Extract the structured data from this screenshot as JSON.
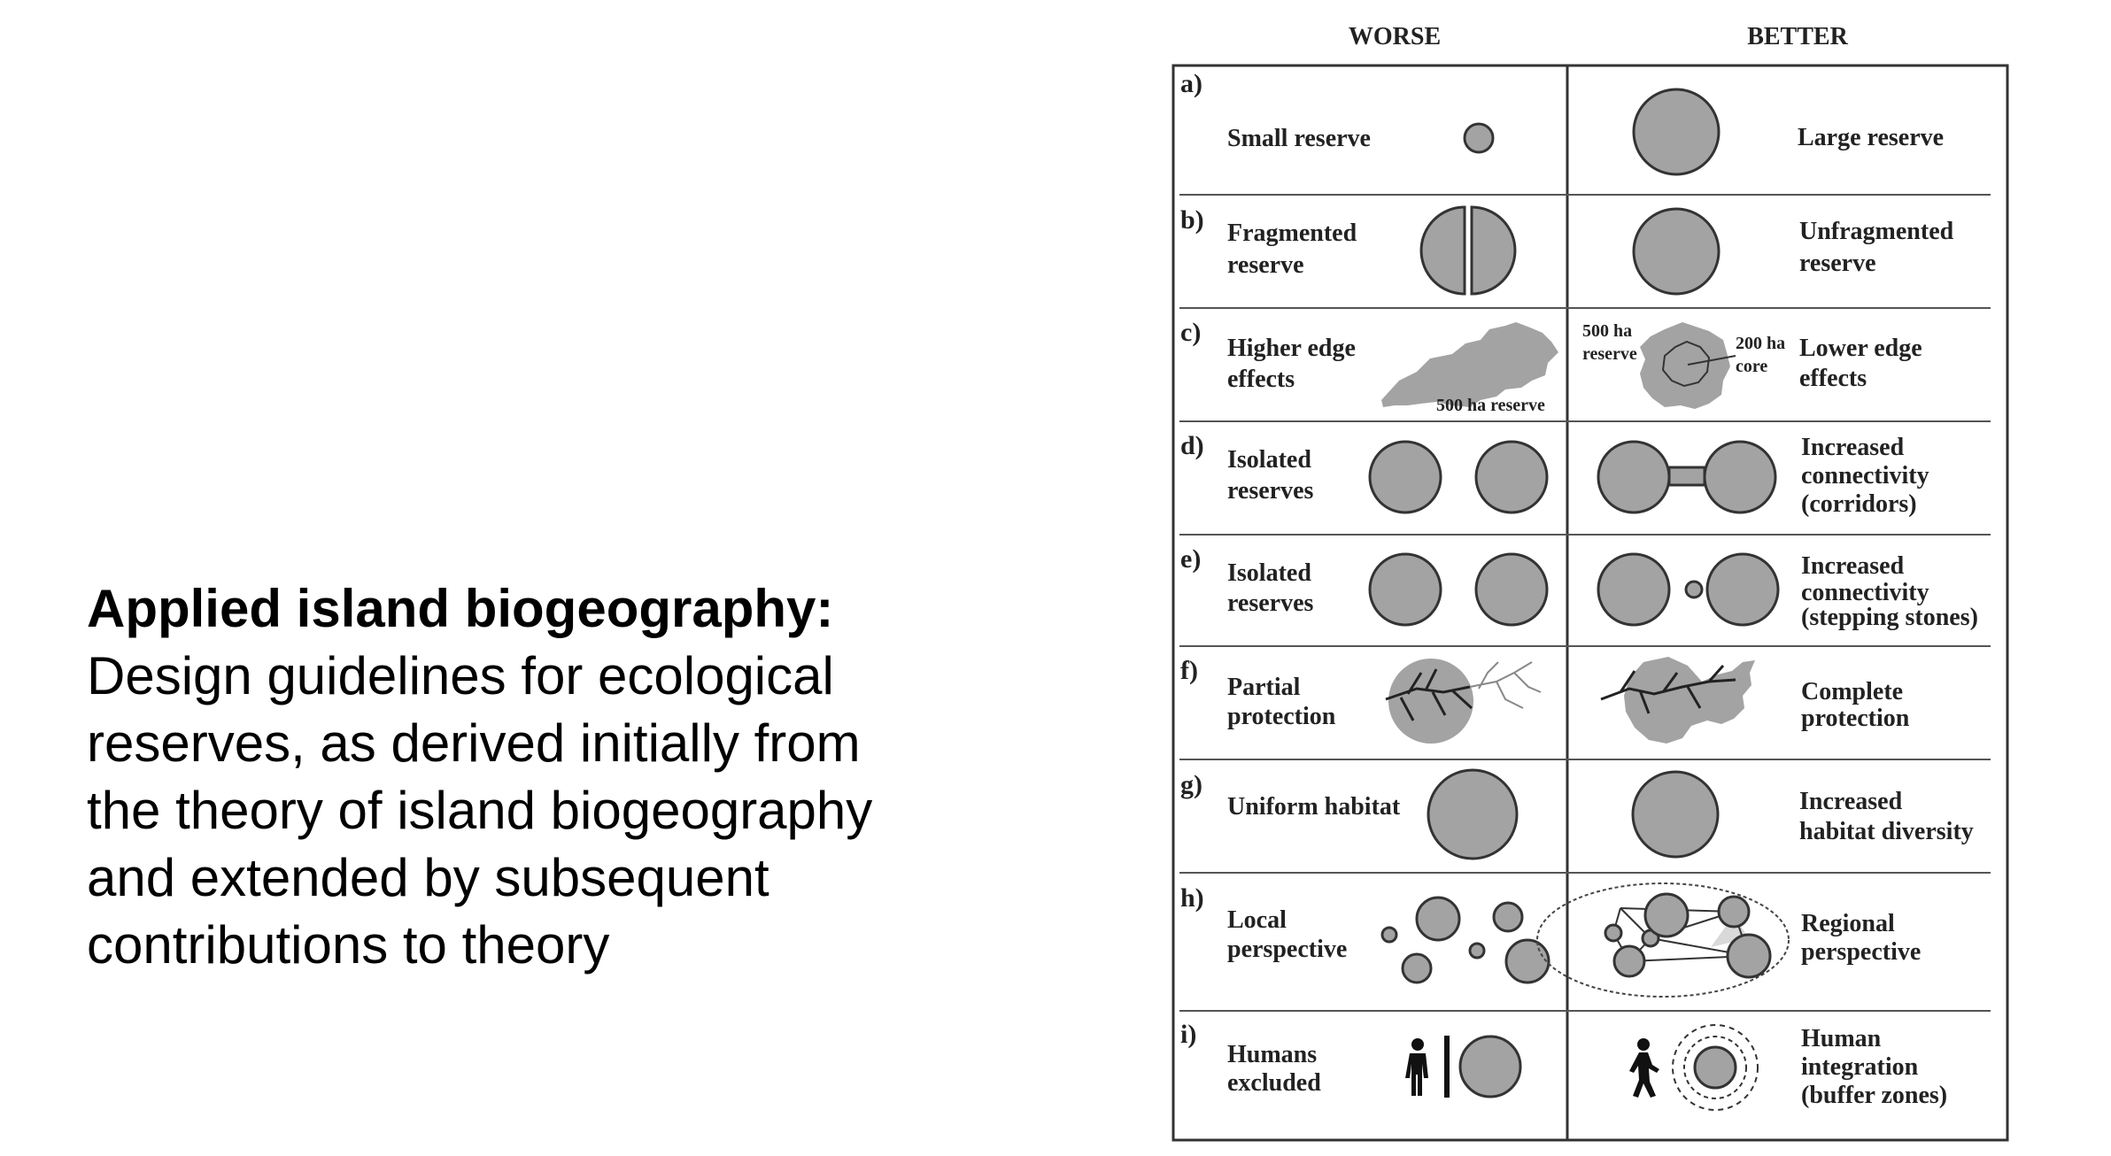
{
  "caption": {
    "title": "Applied island biogeography:",
    "body_lines": [
      "Design guidelines for ecological",
      "reserves, as derived initially from",
      "the theory of island biogeography",
      "and extended by subsequent",
      "contributions to theory"
    ]
  },
  "figure": {
    "column_headers": {
      "worse": "WORSE",
      "better": "BETTER"
    },
    "rows": [
      {
        "letter": "a)",
        "worse": [
          "Small reserve"
        ],
        "better": [
          "Large reserve"
        ]
      },
      {
        "letter": "b)",
        "worse": [
          "Fragmented",
          "reserve"
        ],
        "better": [
          "Unfragmented",
          "reserve"
        ]
      },
      {
        "letter": "c)",
        "worse": [
          "Higher edge",
          "effects"
        ],
        "better": [
          "Lower edge",
          "effects"
        ],
        "worse_note": "500 ha reserve",
        "better_note_reserve": [
          "500 ha",
          "reserve"
        ],
        "better_note_core": [
          "200 ha",
          "core"
        ]
      },
      {
        "letter": "d)",
        "worse": [
          "Isolated",
          "reserves"
        ],
        "better": [
          "Increased",
          "connectivity",
          "(corridors)"
        ]
      },
      {
        "letter": "e)",
        "worse": [
          "Isolated",
          "reserves"
        ],
        "better": [
          "Increased",
          "connectivity",
          "(stepping stones)"
        ]
      },
      {
        "letter": "f)",
        "worse": [
          "Partial",
          "protection"
        ],
        "better": [
          "Complete",
          "protection"
        ]
      },
      {
        "letter": "g)",
        "worse": [
          "Uniform habitat"
        ],
        "better": [
          "Increased",
          "habitat diversity"
        ]
      },
      {
        "letter": "h)",
        "worse": [
          "Local",
          "perspective"
        ],
        "better": [
          "Regional",
          "perspective"
        ]
      },
      {
        "letter": "i)",
        "worse": [
          "Humans",
          "excluded"
        ],
        "better": [
          "Human",
          "integration",
          "(buffer zones)"
        ]
      }
    ],
    "colors": {
      "shape_fill": "#a3a3a3",
      "stroke": "#333333",
      "light_fill": "#d9d9d9"
    }
  }
}
